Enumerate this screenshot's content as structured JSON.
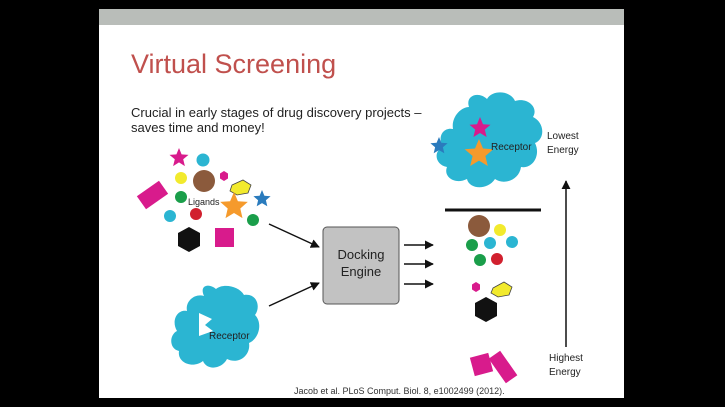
{
  "slide": {
    "title": "Virtual Screening",
    "subtitle": "Crucial in early stages of drug discovery projects – saves time and money!",
    "citation": "Jacob et al. PLoS Comput. Biol. 8, e1002499 (2012)."
  },
  "diagram": {
    "ligands_label": "Ligands",
    "receptor_label": "Receptor",
    "docking_engine_line1": "Docking",
    "docking_engine_line2": "Engine",
    "receptor_top_label": "Receptor",
    "lowest_energy_line1": "Lowest",
    "lowest_energy_line2": "Energy",
    "highest_energy_line1": "Highest",
    "highest_energy_line2": "Energy"
  },
  "colors": {
    "title": "#c0504d",
    "receptor": "#2bb5d2",
    "star_magenta": "#d81b8c",
    "star_orange": "#f59a2c",
    "star_blue": "#2a7bbd",
    "brown": "#8b5a3c",
    "green": "#1a9e4a",
    "red": "#d1202e",
    "yellow": "#f2ea2d",
    "engine": "#c2c2c2"
  }
}
